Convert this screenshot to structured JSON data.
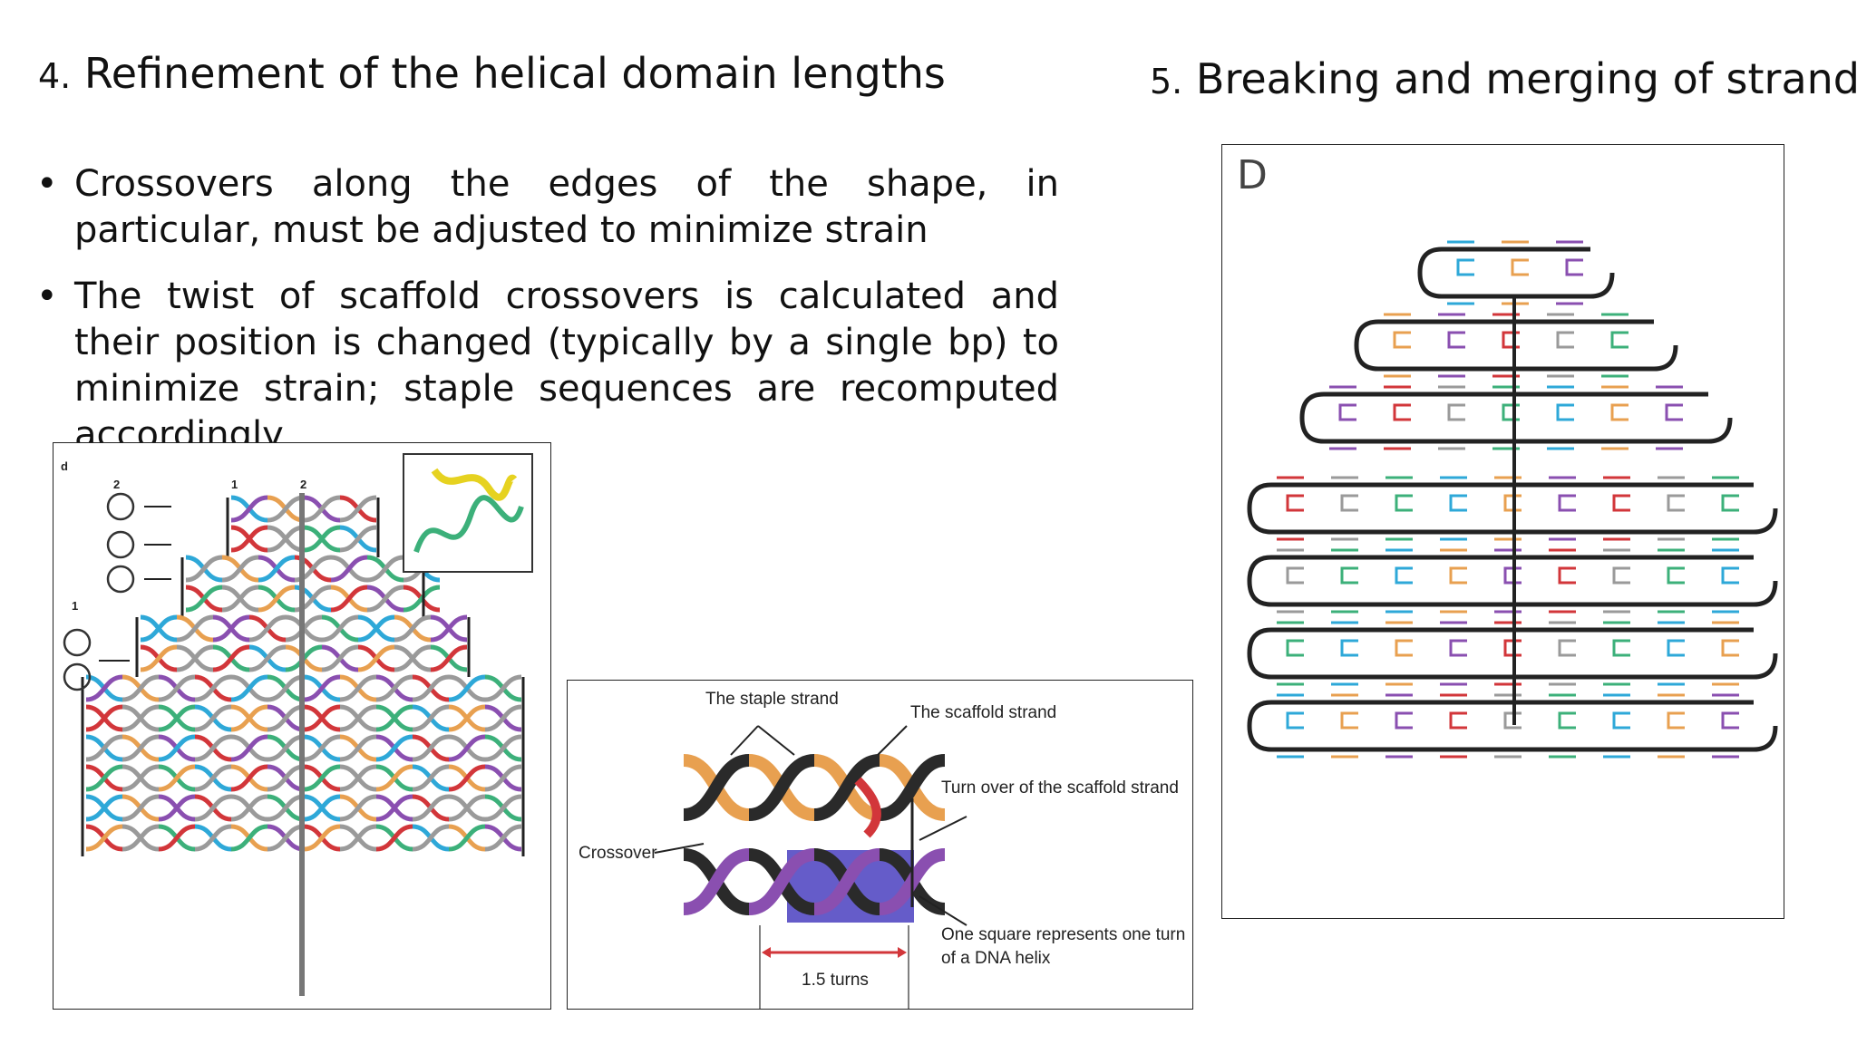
{
  "heading4": {
    "number": "4.",
    "text": "Refinement of the helical domain lengths"
  },
  "heading5": {
    "number": "5.",
    "text": "Breaking and merging of strands"
  },
  "bullets": [
    "Crossovers along the edges of the shape, in particular, must be adjusted to minimize strain",
    "The twist of scaffold crossovers is calculated and their position is changed (typically by a single bp) to minimize strain; staple sequences are recomputed accordingly"
  ],
  "figure_left": {
    "panel_letter": "d",
    "tick_a": "1",
    "tick_b": "2",
    "top_a": "1",
    "top_b": "2",
    "side_a": "2",
    "side_b": "1"
  },
  "figure_middle": {
    "staple_label": "The staple strand",
    "scaffold_label": "The scaffold strand",
    "turnover_label": "Turn over of the scaffold strand",
    "crossover_label": "Crossover",
    "square_label_line1": "One square represents one turn",
    "square_label_line2": "of a DNA helix",
    "turns_label": "1.5 turns"
  },
  "figure_right": {
    "panel_letter": "D"
  },
  "colors": {
    "cyan": "#2ea8d8",
    "orange": "#e8a050",
    "purple": "#8a4fb0",
    "red": "#d2363a",
    "gray": "#9a9a9a",
    "green": "#3cb07a",
    "yellowgreen": "#9cc63c",
    "blue_square": "#4a3fc0"
  }
}
